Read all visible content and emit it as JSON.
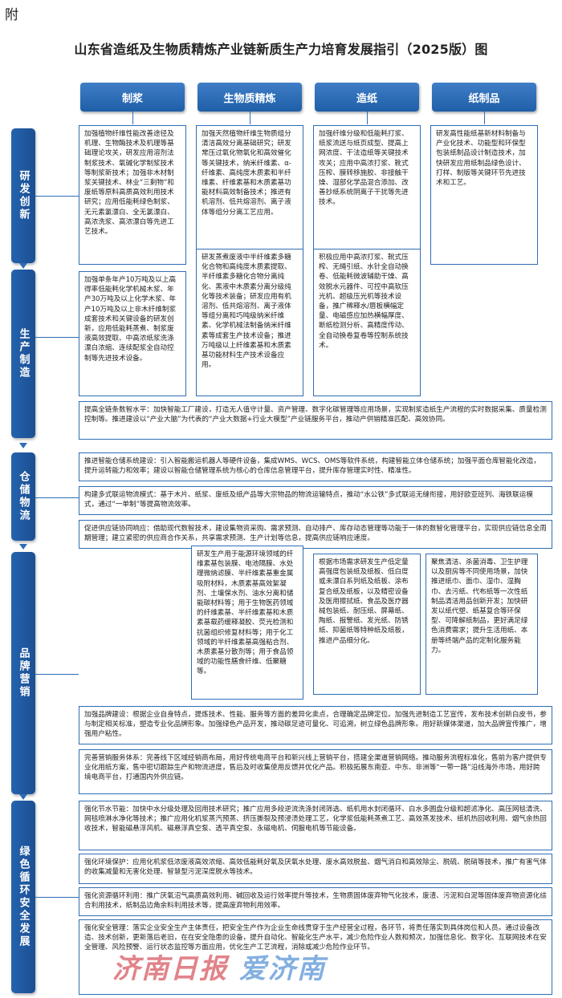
{
  "annex": "附",
  "title": "山东省造纸及生物质精炼产业链新质生产力培育发展指引（2025版）图",
  "columns": [
    "制浆",
    "生物质精炼",
    "造纸",
    "纸制品"
  ],
  "sections": {
    "rd": "研发创新",
    "mfg": "生产制造",
    "log": "仓储物流",
    "brand": "品牌营销",
    "green": "绿色循环安全发展"
  },
  "rd_boxes": [
    "加强植物纤维性能改善途径及机理、生物酶技术及机理等基础理论攻关，研发应用溶剂法制浆技术、氧碱化学制浆技术等制浆新技术；加强非木材制浆关键技术、林业“三剩物”和废纸等原料高质高效利用技术研究；应用低能耗绿色制浆、无元素氯漂白、全无氯漂白、高浓洗浆、高浓漂白等先进工艺技术。",
    "加强天然植物纤维生物质组分清洁高效分离基础研究；研发常压过氧化物氧化和高效催化等关键技术，纳米纤维素、α-纤维素、高纯度木质素和半纤维素、纤维素基和木质素基功能材料高效制备技术；推进有机溶剂、低共熔溶剂、离子液体等组分分离工艺应用。",
    "加强纤维分级和低能耗打浆、纸浆流送与纸页成型、提高上网浓度、干法造纸等关键技术攻关；应用中高浓打浆、靴式压榨、膜转移施胶、非接触干燥、湿部化学品混合添加、改善抄纸系统阴离子干扰等先进技术。",
    "研发高性能纸基新材料制备与产业化技术、功能型和环保型包装纸制品设计制造技术，加快研发应用纸制品绿色设计、打样、制版等关键环节先进技术和工艺。"
  ],
  "mfg_boxes": [
    "加强单条年产10万吨及以上高得率低能耗化学机械木浆、年产30万吨及以上化学木浆、年产10万吨及以上非木纤维制浆成套技术和关键设备的研发创新，应用低能耗蒸煮、制浆废液高效提取、中高浓纸浆洗涤漂白浓缩、连续配浆全自动控制等先进技术设备。",
    "研发蒸煮废液中半纤维素多糖化合物和高纯度木质素提取、半纤维素多糖化合物分离纯化、黑液中木质素分离分级纯化等技术装备；研发应用有机溶剂、低共熔溶剂、离子液体等组分离和巧吨级纳米纤维素、化学机械法制备纳米纤维素等成套生产技术设备；推进万吨级以上纤维素基和木质素基功能材料生产技术设备应用。",
    "积极应用中高浓打浆、靴式压榨、无绳引纸、水针全自动换卷、低能耗微波辅助干燥、高效脱水元器件、可控中高软压光机、超级压光机等技术设备，推广稀释水/唇板横幅定量、电磁感应加热横幅厚度、断纸检测分析、高精度传动、全自动换卷复卷等控制系统技术。"
  ],
  "mfg_wide": "提高全链条数智水平：加快智能工厂建设，打造无人值守计量、资产管理、数字化碳管理等应用场景，实现制浆造纸生产流程的实时数据采集、质量检测控制等。推进建设以“产业大脑”为代表的“产业大数据+行业大模型”产业链服务平台，推动产供销精准匹配、高效协同。",
  "log_wide": [
    "推进智能仓储系统建设：引入智能搬运机器人等硬件设备，集成WMS、WCS、OMS等软件系统，构建智能立体仓储系统；加强平面仓库智能化改造，提升运转能力和效率；建设以智能仓储管理系统为核心的仓库信息管理平台，提升库存管理实时性、精准性。",
    "构建多式联运物流模式：基于木片、纸浆、废纸及纸产品等大宗物品的物流运输特点，推动“水公铁”多式联运无缝衔接，用好欧亚班列、海铁联运模式，通过“一单制”等提高物流效率。",
    "促进供应链协同响应：借助现代数智技术，建设集物资采购、需求预测、自动排产、库存动态管理等功能于一体的数智化管理平台，实现供应链信息全周期管理；建立紧密的供应商合作关系，共享需求预测、生产计划等信息，提高供应链响应速度。"
  ],
  "brand_boxes": [
    "研发生产用于能源环境领域的纤维素基包装膜、电池隔膜、水处理微纳滤膜、半纤维素基重金属吸附材料，木质素基高效絮凝剂、土壤保水剂、油水分离和储能碳材料等；用于生物医药领域的纤维素基、半纤维素基和木质素基载药缓释凝胶、荧光检测和抗菌组织修复材料等；用于化工领域的半纤维素基高强粘合剂、木质素基分散剂等；用于食品领域的功能性膳食纤维、低聚糖等。",
    "根据市场需求研发生产低定量高强度包装纸及纸板、低白度或未漂白系列纸及纸板、涂布复合纸及纸板，以及精密设备及医用擦拭纸、食品及医疗器械包装纸、耐压纸、屏幕纸、陶纸、报警纸、发光纸、防锈纸、抑菌纸等特种纸及纸板，推进产品细分化。",
    "聚焦清洁、杀菌消毒、卫生护理以及厨房等不同使用场景，加快推进纸巾、面巾、湿巾、湿胸巾、去污纸、代布纸等一次性纸制品清洁用品创新开发；加快研发以纸代塑、纸基复合等环保型、可降解纸制品，更好满足绿色消费需求；提升生活用纸、本册等终端产品的定制化服务能力。"
  ],
  "brand_wide": [
    "加强品牌建设：根据企业自身特点，提炼技术、性能、服务等方面的差异化卖点，合理确定品牌定位。加强先进制造工艺宣传，发布技术创新白皮书，参与制定相关标准，塑造专业化品牌形象。加强绿色产品开发，推动碳足迹可量化、可追溯，树立绿色品牌形象。用好新媒体渠道，加大品牌宣传推广，增强用户粘性。",
    "完善营销服务体系：完善线下区域经销商布局，用好传统电商平台和新兴线上营销平台，搭建全渠道营销网络。推动服务流程标准化，售前为客户提供专业化用纸方案，售中密切跟踪生产和物流进度，售后及时收集使用反馈并优化产品。积极拓展东南亚、中东、非洲等“一带一路”沿线海外市场，用好跨境电商平台，打通国内外供应链。"
  ],
  "green_wide": [
    "强化节水节能：加快中水分级处理及回用技术研究；推广应用多段逆流洗涤封闭筛选、纸机用水封闭循环、白水多圆盘分级和超滤净化、高压网毯清洗、网毯喷淋水净化等技术；推广应用化机浆蒸汽预蒸、挤压撕裂及预浸渍处理工艺，化学浆低能耗蒸煮工艺、高效蒸发技术、纸机热回收利用、烟气余热回收技术，智能磁悬浮风机、磁悬浮真空泵、透平真空泵、永磁电机、伺服电机等节能设备。",
    "强化环境保护：应用化机浆低浓废液高效浓缩、高效低能耗好氧及厌氧水处理、废水高效脱盐、烟气消白和高效除尘、脱硫、脱硝等技术，推广有害气体的收集减量和无害化处理、智慧型污泥深度脱水等技术。",
    "强化资源循环利用：推广厌氧沼气高质高效利用、碱回收及运行效率提升等技术，生物质固体废弃物气化技术，废渣、污泥和白泥等固体废弃物资源化综合利用技术，纸制品边角余料利用技术等，提高废弃物利用效率。",
    "强化安全管理：落实企业安全生产主体责任，把安全生产作为企业生命线贯穿于生产经营全过程，各环节，将责任落实到具体岗位和人员。通过设备改造、技术创新，更新落后老旧，在在安全隐患的设备，提升自动化、智能化生产水平，减少危险作业人数和频次，加强信息化、数字化、互联网技术在安全管理、风险预警、运行状态监控等方面应用，优化生产工艺流程，消除或减少危险作业环节。"
  ],
  "watermark": [
    "济南日报",
    "爱济南"
  ]
}
